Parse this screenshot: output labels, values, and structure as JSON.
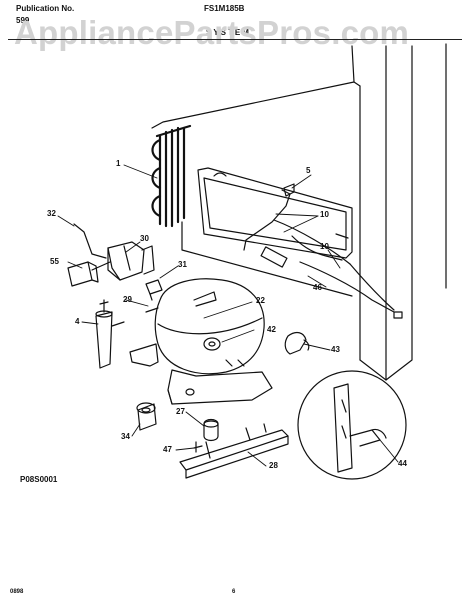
{
  "header": {
    "publication_label": "Publication No.",
    "publication_number": "599",
    "model_number": "FS1M185B",
    "section_title": "SYSTEM"
  },
  "watermark": "AppliancePartsPros.com",
  "callouts": {
    "c1": "1",
    "c5": "5",
    "c10a": "10",
    "c10b": "10",
    "c32": "32",
    "c30": "30",
    "c55": "55",
    "c31": "31",
    "c29": "29",
    "c22": "22",
    "c46": "46",
    "c4": "4",
    "c42": "42",
    "c43": "43",
    "c27": "27",
    "c34": "34",
    "c47": "47",
    "c28": "28",
    "c44": "44"
  },
  "figure_id": "P08S0001",
  "footer": {
    "date_code": "0898",
    "page_number": "6"
  }
}
